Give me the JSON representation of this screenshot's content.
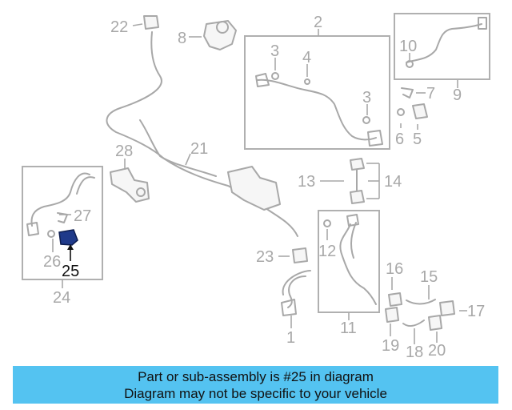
{
  "callouts": {
    "c1": "1",
    "c2": "2",
    "c3a": "3",
    "c3b": "3",
    "c4": "4",
    "c5": "5",
    "c6": "6",
    "c7": "7",
    "c8": "8",
    "c9": "9",
    "c10": "10",
    "c11": "11",
    "c12": "12",
    "c13": "13",
    "c14": "14",
    "c15": "15",
    "c16": "16",
    "c17": "17",
    "c18": "18",
    "c19": "19",
    "c20": "20",
    "c21": "21",
    "c22": "22",
    "c23": "23",
    "c24": "24",
    "c25": "25",
    "c26": "26",
    "c27": "27",
    "c28": "28"
  },
  "highlight": {
    "part": "25",
    "color": "#1f3a8a"
  },
  "banner": {
    "line1": "Part or sub-assembly is #25 in diagram",
    "line2": "Diagram may not be specific to your vehicle",
    "color": "#54c3f1"
  }
}
